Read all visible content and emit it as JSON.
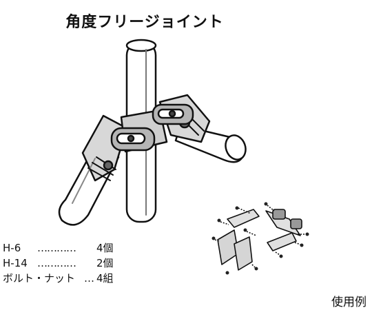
{
  "title": "角度フリージョイント",
  "parts": [
    {
      "name": "H-6",
      "dots": "…………",
      "qty": "4個"
    },
    {
      "name": "H-14",
      "dots": "…………",
      "qty": "2個"
    },
    {
      "name": "ボルト・ナット",
      "dots": "…",
      "qty": "4組"
    }
  ],
  "caption": "使用例"
}
